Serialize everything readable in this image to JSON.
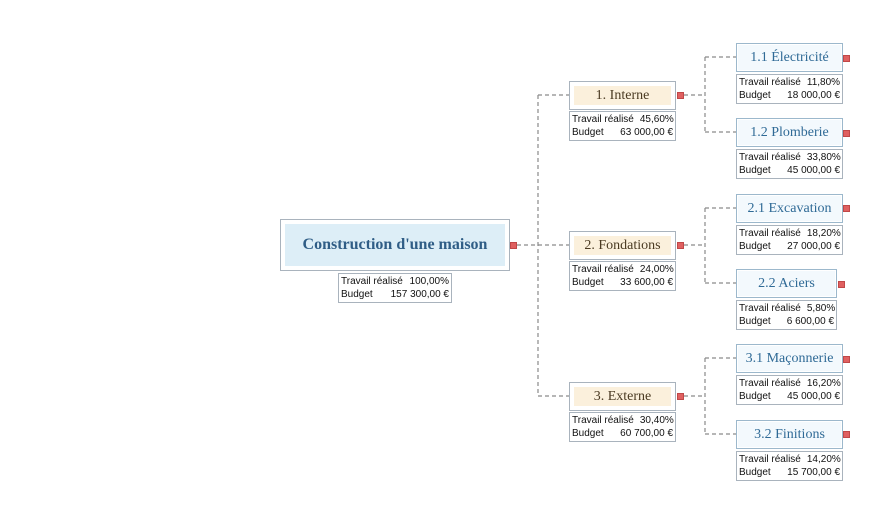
{
  "root": {
    "label": "Construction d'une maison",
    "travail_label": "Travail réalisé",
    "travail_value": "100,00%",
    "budget_label": "Budget",
    "budget_value": "157 300,00 €"
  },
  "branches": [
    {
      "label": "1.  Interne",
      "travail_label": "Travail réalisé",
      "travail_value": "45,60%",
      "budget_label": "Budget",
      "budget_value": "63 000,00 €",
      "children": [
        {
          "label": "1.1  Électricité",
          "travail_label": "Travail réalisé",
          "travail_value": "11,80%",
          "budget_label": "Budget",
          "budget_value": "18 000,00 €"
        },
        {
          "label": "1.2  Plomberie",
          "travail_label": "Travail réalisé",
          "travail_value": "33,80%",
          "budget_label": "Budget",
          "budget_value": "45 000,00 €"
        }
      ]
    },
    {
      "label": "2.  Fondations",
      "travail_label": "Travail réalisé",
      "travail_value": "24,00%",
      "budget_label": "Budget",
      "budget_value": "33 600,00 €",
      "children": [
        {
          "label": "2.1  Excavation",
          "travail_label": "Travail réalisé",
          "travail_value": "18,20%",
          "budget_label": "Budget",
          "budget_value": "27 000,00 €"
        },
        {
          "label": "2.2  Aciers",
          "travail_label": "Travail réalisé",
          "travail_value": "5,80%",
          "budget_label": "Budget",
          "budget_value": "6 600,00 €"
        }
      ]
    },
    {
      "label": "3.  Externe",
      "travail_label": "Travail réalisé",
      "travail_value": "30,40%",
      "budget_label": "Budget",
      "budget_value": "60 700,00 €",
      "children": [
        {
          "label": "3.1  Maçonnerie",
          "travail_label": "Travail réalisé",
          "travail_value": "16,20%",
          "budget_label": "Budget",
          "budget_value": "45 000,00 €"
        },
        {
          "label": "3.2  Finitions",
          "travail_label": "Travail réalisé",
          "travail_value": "14,20%",
          "budget_label": "Budget",
          "budget_value": "15 700,00 €"
        }
      ]
    }
  ],
  "colors": {
    "root_fill": "#ddeef7",
    "root_text": "#2f5d86",
    "branch_fill": "#fbf0dc",
    "leaf_fill": "#f3f9fd",
    "leaf_text": "#2f6a96",
    "connector": "#888888",
    "handle": "#e06060"
  }
}
